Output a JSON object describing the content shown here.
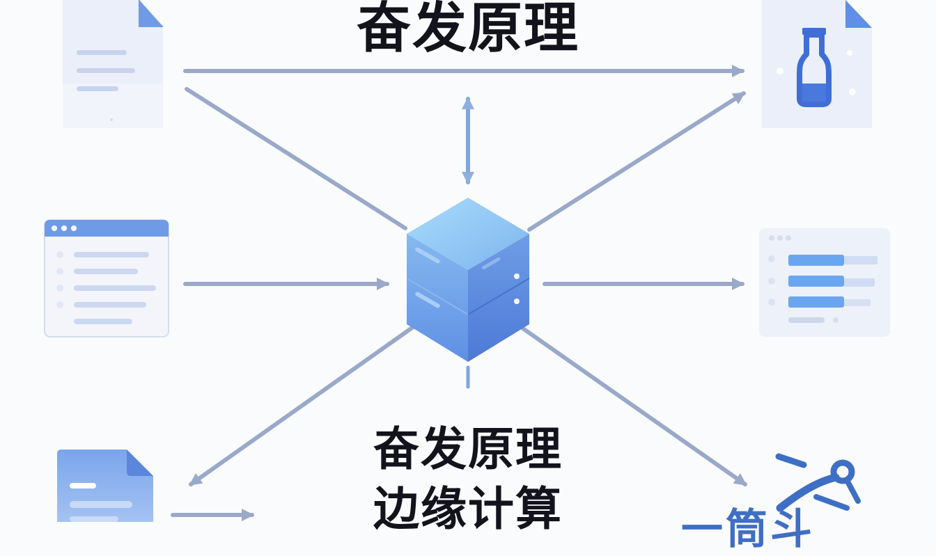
{
  "diagram": {
    "title": "奋发原理",
    "caption_line1": "奋发原理",
    "caption_line2": "边缘计算",
    "bottom_right_fragment": "一筒斗"
  },
  "nodes": [
    {
      "id": "doc-top-left",
      "icon": "document-icon"
    },
    {
      "id": "browser-window-left",
      "icon": "browser-window-icon"
    },
    {
      "id": "doc-bottom-left",
      "icon": "document-icon"
    },
    {
      "id": "doc-top-right",
      "icon": "flask-document-icon"
    },
    {
      "id": "list-panel-right",
      "icon": "list-panel-icon"
    },
    {
      "id": "tool-bottom-right",
      "icon": "compass-tool-icon"
    },
    {
      "id": "center-hub",
      "icon": "server-cube-icon"
    }
  ],
  "colors": {
    "arrow": "#9aa9c9",
    "arrow_light": "#a9bede",
    "hub_top": "#8fc3f2",
    "hub_left": "#6e9de6",
    "hub_right": "#5a86dc",
    "accent": "#5e8ee6",
    "title_text": "#13131d"
  }
}
